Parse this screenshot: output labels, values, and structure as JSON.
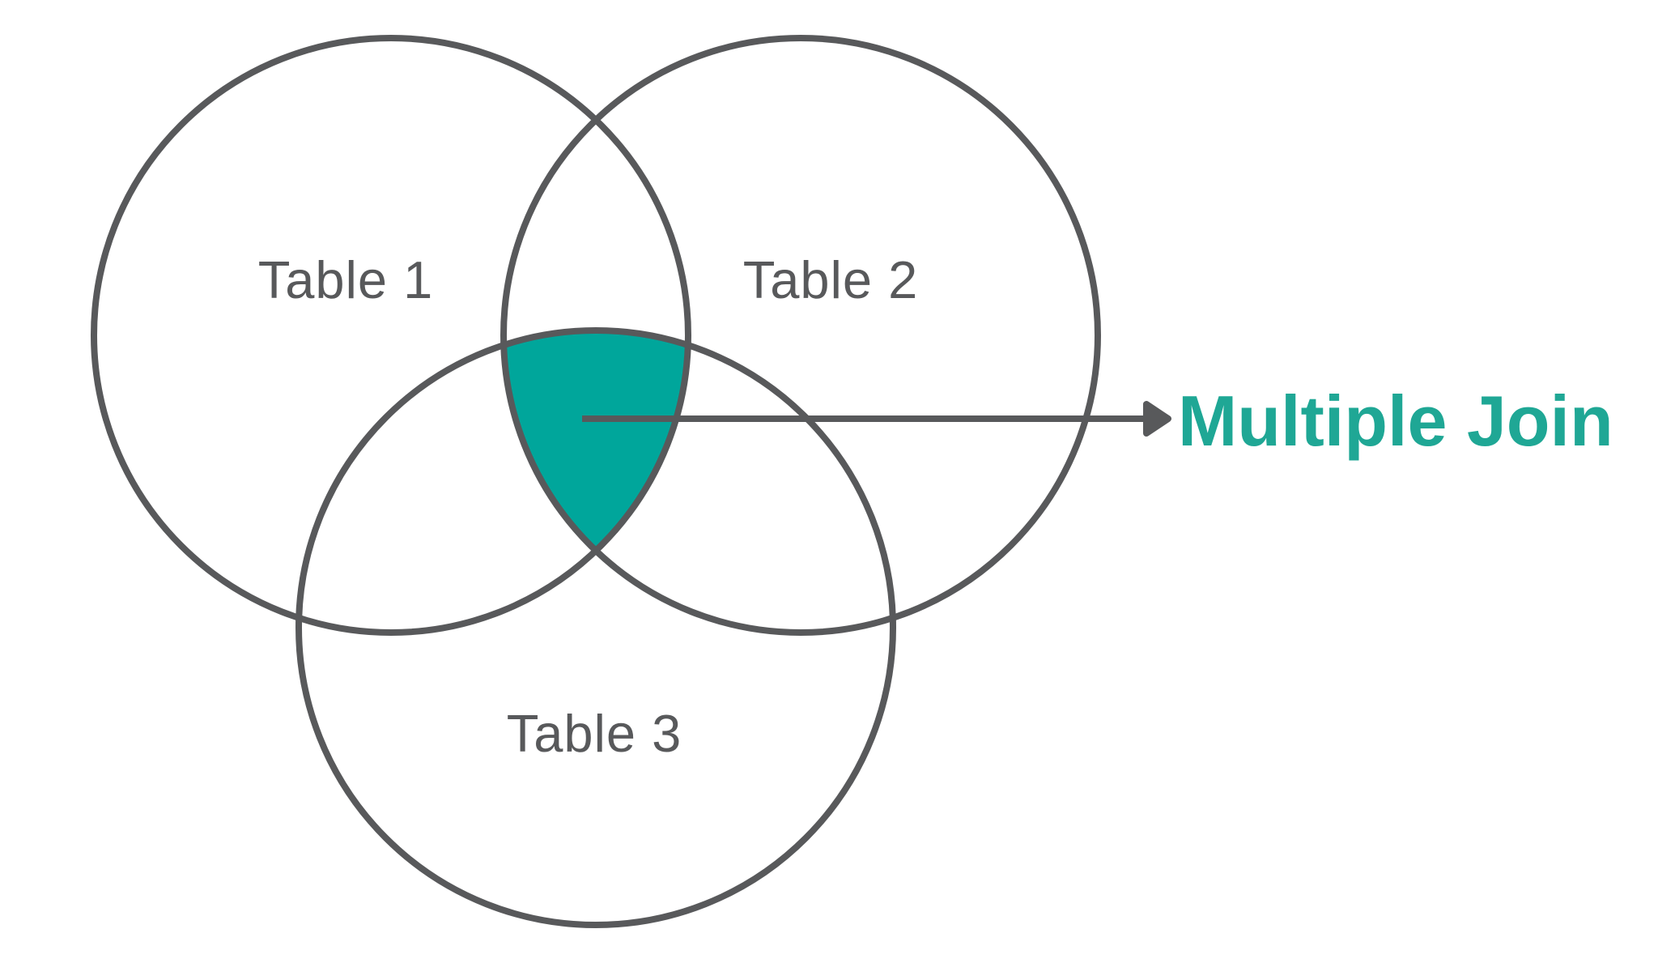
{
  "diagram": {
    "type": "venn",
    "sets": [
      {
        "label": "Table 1"
      },
      {
        "label": "Table 2"
      },
      {
        "label": "Table 3"
      }
    ],
    "annotation": {
      "label": "Multiple Join",
      "target": "center-intersection-of-all-three-sets"
    }
  },
  "colors": {
    "background": "#FFFFFF",
    "circle-outline": "#58595B",
    "label-gray": "#58595B",
    "intersection-fill": "#00A69B",
    "annotation-teal": "#1FA795",
    "arrow-gray": "#58595B"
  }
}
